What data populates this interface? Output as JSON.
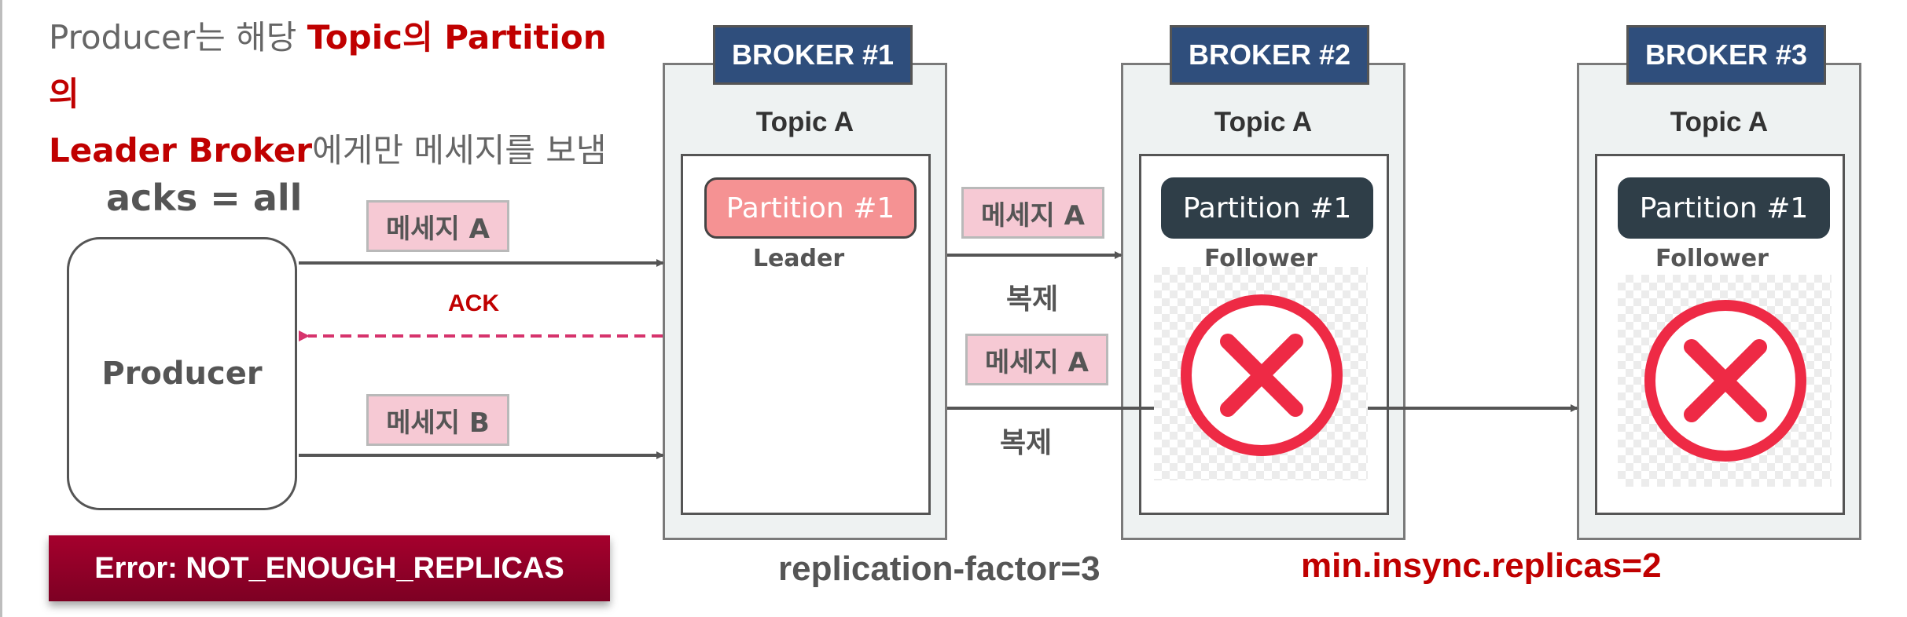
{
  "header": {
    "part1": "Producer는 해당 ",
    "part2_highlight": "Topic의 Partition의",
    "part3_highlight": "Leader Broker",
    "part4": "에게만 메세지를 보냄"
  },
  "producer": {
    "acks_label": "acks = all",
    "name": "Producer"
  },
  "messages": {
    "msg_a": "메세지 A",
    "msg_b": "메세지 B",
    "ack": "ACK",
    "replicate": "복제"
  },
  "brokers": [
    {
      "name": "BROKER #1",
      "topic": "Topic A",
      "partition": "Partition #1",
      "role": "Leader",
      "failed": false
    },
    {
      "name": "BROKER #2",
      "topic": "Topic A",
      "partition": "Partition #1",
      "role": "Follower",
      "failed": true
    },
    {
      "name": "BROKER #3",
      "topic": "Topic A",
      "partition": "Partition #1",
      "role": "Follower",
      "failed": true
    }
  ],
  "footer": {
    "error": "Error: NOT_ENOUGH_REPLICAS",
    "replication_factor": "replication-factor=3",
    "min_insync": "min.insync.replicas=2"
  },
  "colors": {
    "highlight_red": "#c00000",
    "broker_header": "#2f4e7c",
    "leader_partition": "#f59293",
    "follower_partition": "#2f3e48",
    "message_box": "#f6c9d4",
    "ack_arrow": "#d6336c",
    "fail_icon": "#ee2a45",
    "error_bar": "#a5002d"
  },
  "icons": {
    "fail": "x-circle-icon"
  }
}
